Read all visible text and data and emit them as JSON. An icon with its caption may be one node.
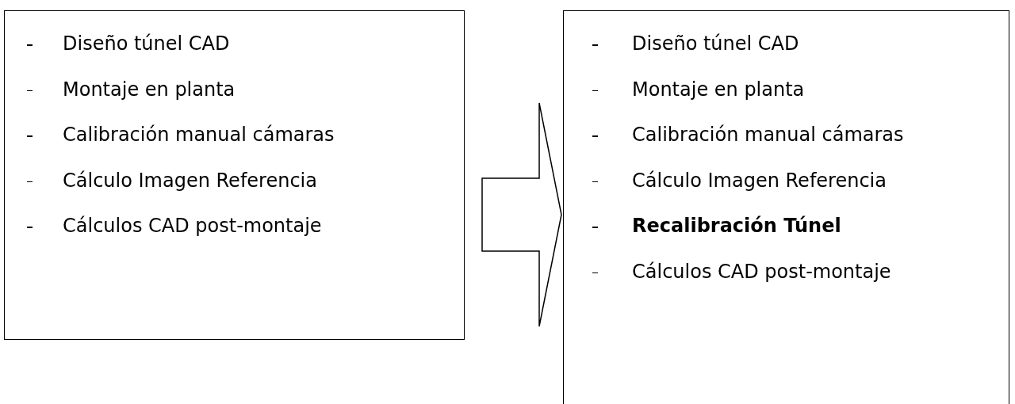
{
  "diagram": {
    "nodes": [
      {
        "text": [
          "Diseño túnel CAD",
          "Montaje en planta",
          "Calibración manual cámaras",
          "Cálculo Imagen Referencia",
          "Cálculos CAD post-montaje"
        ]
      },
      {
        "text": [
          "Diseño túnel CAD",
          "Montaje en planta",
          "Calibración manual cámaras",
          "Cálculo Imagen Referencia",
          "Recalibración Túnel",
          "Cálculos CAD post-montaje"
        ]
      }
    ],
    "edges": [
      {
        "from": 0,
        "to": 1,
        "arrow": "to",
        "style": "thick"
      }
    ]
  }
}
